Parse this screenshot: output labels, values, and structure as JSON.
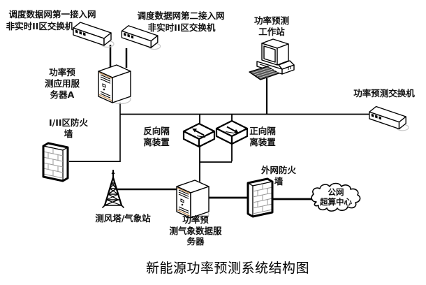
{
  "diagram": {
    "title": "新能源功率预测系统结构图",
    "nodes": {
      "dispatch_switch_1": {
        "icon": "network-switch",
        "label": [
          "调度数据网第一接入网",
          "非实时II区交换机"
        ]
      },
      "dispatch_switch_2": {
        "icon": "network-switch",
        "label": [
          "调度数据网第二接入网",
          "非实时II区交换机"
        ]
      },
      "workstation": {
        "icon": "desktop-computer",
        "label": [
          "功率预测",
          "工作站"
        ]
      },
      "pp_switch": {
        "icon": "network-switch",
        "label": [
          "功率预测交换机"
        ]
      },
      "app_server_a": {
        "icon": "tower-server",
        "label": [
          "功率预",
          "测应用服",
          "务器A"
        ]
      },
      "zone_firewall": {
        "icon": "brick-firewall",
        "label": [
          "I/II区防火",
          "墙"
        ]
      },
      "reverse_isolation": {
        "icon": "isolation-device-reverse-arrow",
        "label": [
          "反向隔",
          "离装置"
        ]
      },
      "forward_isolation": {
        "icon": "isolation-device-forward-arrow",
        "label": [
          "正向隔",
          "离装置"
        ]
      },
      "wind_tower": {
        "icon": "lattice-tower",
        "label": [
          "测风塔/气象站"
        ]
      },
      "met_data_server": {
        "icon": "tower-server",
        "label": [
          "功率预",
          "测气象数据服",
          "务器"
        ]
      },
      "external_firewall": {
        "icon": "brick-firewall",
        "label": [
          "外网防火",
          "墙"
        ]
      },
      "public_cloud": {
        "icon": "cloud",
        "label": [
          "公网",
          "超算中心"
        ]
      }
    },
    "edges": [
      {
        "from": "dispatch_switch_1",
        "to": "app_server_a"
      },
      {
        "from": "dispatch_switch_2",
        "to": "app_server_a"
      },
      {
        "from": "app_server_a",
        "to": "zone_firewall"
      },
      {
        "from": "app_server_a",
        "to": "lan_bus"
      },
      {
        "from": "workstation",
        "to": "lan_bus"
      },
      {
        "from": "pp_switch",
        "to": "lan_bus"
      },
      {
        "from": "reverse_isolation",
        "to": "lan_bus"
      },
      {
        "from": "forward_isolation",
        "to": "lan_bus"
      },
      {
        "from": "reverse_isolation",
        "to": "met_data_server"
      },
      {
        "from": "forward_isolation",
        "to": "met_data_server"
      },
      {
        "from": "wind_tower",
        "to": "met_data_server"
      },
      {
        "from": "met_data_server",
        "to": "external_firewall"
      },
      {
        "from": "external_firewall",
        "to": "public_cloud"
      }
    ],
    "colors": {
      "background": "#ffffff",
      "line": "#000000",
      "server_accent": "#c8965f",
      "shadow": "#c8c8c8",
      "brick_line": "#9a9a9a"
    }
  }
}
